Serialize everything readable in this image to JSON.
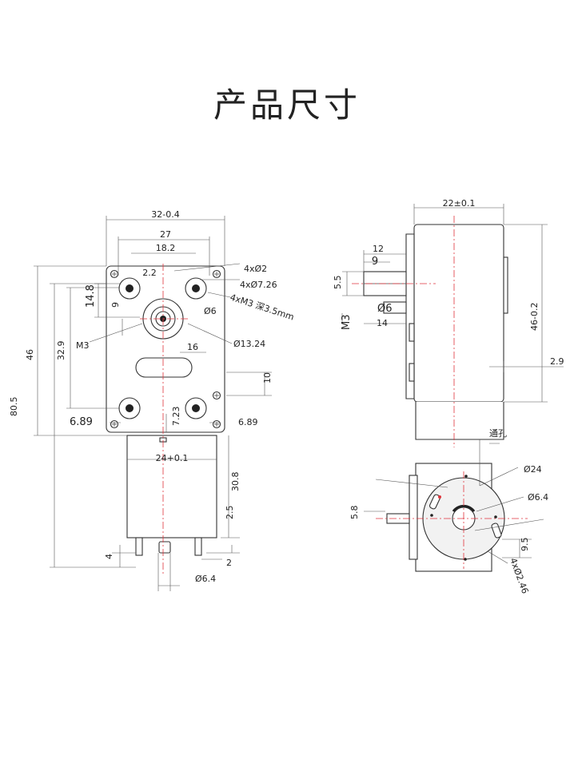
{
  "title": "产品尺寸",
  "colors": {
    "centerline": "#e0343c",
    "line": "#333333"
  },
  "front_view": {
    "width_overall": "32-0.4",
    "width_holes": "27",
    "width_inner": "18.2",
    "hole_small": "2.2",
    "hole_spec_1": "4xØ2",
    "hole_spec_2": "4xØ7.26",
    "hole_spec_3": "4xM3 深3.5mm",
    "shaft_dia": "Ø6",
    "boss_dia": "Ø13.24",
    "slot_len": "16",
    "height_overall": "80.5",
    "height_gearbox": "46",
    "height_holes": "32.9",
    "height_top": "14.8",
    "shaft_offset": "9",
    "thread": "M3",
    "right_gap": "10",
    "left_edge": "6.89",
    "right_edge": "6.89",
    "bottom_gap": "7.23",
    "motor_width": "24+0.1",
    "motor_length": "30.8",
    "terminal_len": "2.5",
    "terminal_height": "4",
    "terminal_width": "2",
    "motor_shaft": "Ø6.4"
  },
  "side_view": {
    "depth": "22±0.1",
    "shaft_len": "12",
    "flat_len": "9",
    "flat_height": "5.5",
    "shaft_dia": "Ø6",
    "thread": "M3",
    "base_len": "14",
    "height": "46-0.2",
    "offset": "2.9"
  },
  "end_view": {
    "through_hole": "通孔",
    "motor_dia": "Ø24",
    "shaft_dia": "Ø6.4",
    "slot_offset": "9.5",
    "holes": "4xØ2.46",
    "flange": "5.8"
  }
}
